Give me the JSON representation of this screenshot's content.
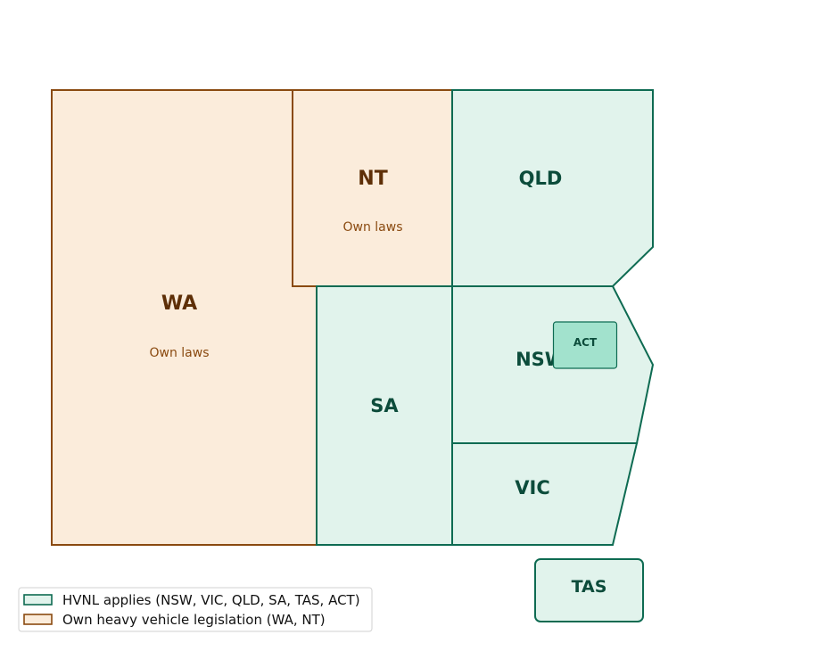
{
  "colors": {
    "hvnl_fill": "#e1f3ec",
    "hvnl_stroke": "#0e6b52",
    "hvnl_text": "#0c4c3b",
    "own_fill": "#fbecdb",
    "own_stroke": "#8a4a10",
    "own_text": "#5e2f07",
    "act_fill": "#a2e2cd"
  },
  "regions": {
    "wa": {
      "name": "WA",
      "note": "Own laws",
      "category": "own"
    },
    "nt": {
      "name": "NT",
      "note": "Own laws",
      "category": "own"
    },
    "qld": {
      "name": "QLD",
      "category": "hvnl"
    },
    "sa": {
      "name": "SA",
      "category": "hvnl"
    },
    "nsw": {
      "name": "NSW",
      "category": "hvnl"
    },
    "act": {
      "name": "ACT",
      "category": "hvnl"
    },
    "vic": {
      "name": "VIC",
      "category": "hvnl"
    },
    "tas": {
      "name": "TAS",
      "category": "hvnl"
    }
  },
  "legend": {
    "placement": "lower-left",
    "items": [
      {
        "label": "HVNL applies (NSW, VIC, QLD, SA, TAS, ACT)",
        "category": "hvnl"
      },
      {
        "label": "Own heavy vehicle legislation (WA, NT)",
        "category": "own"
      }
    ]
  }
}
